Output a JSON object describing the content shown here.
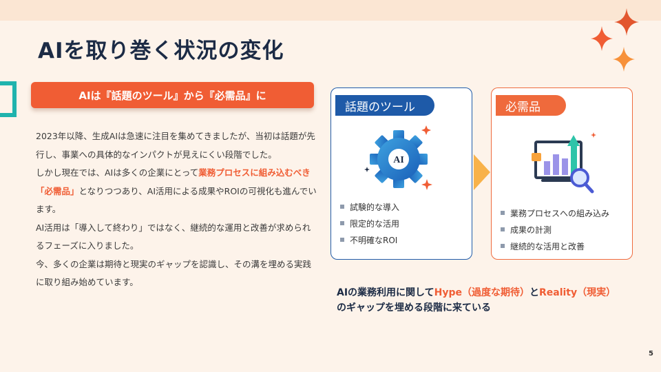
{
  "slide": {
    "title": "AIを取り巻く状況の変化",
    "banner": "AIは『話題のツール』から『必需品』に",
    "paragraphs": [
      {
        "text": "2023年以降、生成AIは急速に注目を集めてきましたが、当初は話題が先行し、事業への具体的なインパクトが見えにくい段階でした。"
      },
      {
        "before": "しかし現在では、AIは多くの企業にとって",
        "highlight": "業務プロセスに組み込むべき「必需品」",
        "after": "となりつつあり、AI活用による成果やROIの可視化も進んでいます。"
      },
      {
        "text": "AI活用は「導入して終わり」ではなく、継続的な運用と改善が求められるフェーズに入りました。"
      },
      {
        "text": "今、多くの企業は期待と現実のギャップを認識し、その溝を埋める実践に取り組み始めています。"
      }
    ],
    "card_left": {
      "tab": "話題のツール",
      "icon": "gear-ai-icon",
      "icon_text": "AI",
      "items": [
        "試験的な導入",
        "限定的な活用",
        "不明確なROI"
      ]
    },
    "card_right": {
      "tab": "必需品",
      "icon": "growth-chart-magnifier-icon",
      "items": [
        "業務プロセスへの組み込み",
        "成果の計測",
        "継続的な活用と改善"
      ]
    },
    "summary": {
      "part1": "AIの業務利用に関して",
      "hype": "Hype（過度な期待）",
      "part2": "と",
      "reality": "Reality（現実）",
      "line2": "のギャップを埋める段階に来ている"
    },
    "page_number": "5",
    "colors": {
      "background": "#fdf3ea",
      "accent_orange": "#f05d34",
      "accent_blue": "#1e5aa8",
      "title_navy": "#1c2b45",
      "teal": "#1fb3ad"
    }
  }
}
